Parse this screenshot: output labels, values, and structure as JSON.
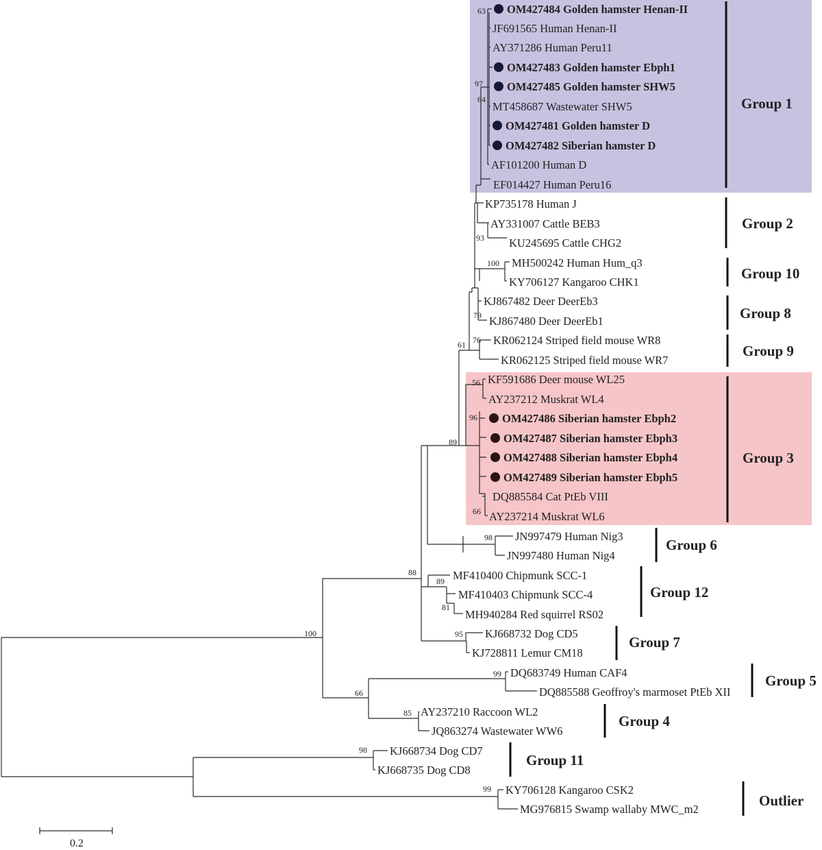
{
  "colors": {
    "group1_fill": "#c8c1e0",
    "group3_fill": "#f6c5c8",
    "marker_group1": "#161836",
    "marker_group3": "#2b1512"
  },
  "leaves": [
    {
      "id": "L1",
      "label": "OM427484 Golden hamster Henan-II",
      "bold": true,
      "marker": true
    },
    {
      "id": "L2",
      "label": "JF691565 Human Henan-II",
      "bold": false,
      "marker": false
    },
    {
      "id": "L3",
      "label": "AY371286 Human Peru11",
      "bold": false,
      "marker": false
    },
    {
      "id": "L4",
      "label": "OM427483 Golden hamster Ebph1",
      "bold": true,
      "marker": true
    },
    {
      "id": "L5",
      "label": "OM427485 Golden hamster SHW5",
      "bold": true,
      "marker": true
    },
    {
      "id": "L6",
      "label": "MT458687 Wastewater SHW5",
      "bold": false,
      "marker": false
    },
    {
      "id": "L7",
      "label": "OM427481 Golden hamster D",
      "bold": true,
      "marker": true
    },
    {
      "id": "L8",
      "label": "OM427482 Siberian hamster D",
      "bold": true,
      "marker": true
    },
    {
      "id": "L9",
      "label": "AF101200 Human D",
      "bold": false,
      "marker": false
    },
    {
      "id": "L10",
      "label": "EF014427 Human Peru16",
      "bold": false,
      "marker": false
    },
    {
      "id": "L11",
      "label": "KP735178 Human J",
      "bold": false,
      "marker": false
    },
    {
      "id": "L12",
      "label": "AY331007 Cattle BEB3",
      "bold": false,
      "marker": false
    },
    {
      "id": "L13",
      "label": "KU245695 Cattle CHG2",
      "bold": false,
      "marker": false
    },
    {
      "id": "L14",
      "label": "MH500242 Human Hum_q3",
      "bold": false,
      "marker": false
    },
    {
      "id": "L15",
      "label": "KY706127 Kangaroo CHK1",
      "bold": false,
      "marker": false
    },
    {
      "id": "L16",
      "label": "KJ867482 Deer DeerEb3",
      "bold": false,
      "marker": false
    },
    {
      "id": "L17",
      "label": "KJ867480  Deer DeerEb1",
      "bold": false,
      "marker": false
    },
    {
      "id": "L18",
      "label": "KR062124 Striped field mouse WR8",
      "bold": false,
      "marker": false
    },
    {
      "id": "L19",
      "label": "KR062125 Striped field mouse WR7",
      "bold": false,
      "marker": false
    },
    {
      "id": "L20",
      "label": "KF591686 Deer mouse WL25",
      "bold": false,
      "marker": false
    },
    {
      "id": "L21",
      "label": "AY237212 Muskrat WL4",
      "bold": false,
      "marker": false
    },
    {
      "id": "L22",
      "label": "OM427486 Siberian hamster Ebph2",
      "bold": true,
      "marker": true
    },
    {
      "id": "L23",
      "label": "OM427487 Siberian hamster Ebph3",
      "bold": true,
      "marker": true
    },
    {
      "id": "L24",
      "label": "OM427488 Siberian hamster Ebph4",
      "bold": true,
      "marker": true
    },
    {
      "id": "L25",
      "label": "OM427489 Siberian hamster Ebph5",
      "bold": true,
      "marker": true
    },
    {
      "id": "L26",
      "label": "DQ885584 Cat PtEb VIII",
      "bold": false,
      "marker": false
    },
    {
      "id": "L27",
      "label": "AY237214 Muskrat WL6",
      "bold": false,
      "marker": false
    },
    {
      "id": "L28",
      "label": "JN997479 Human Nig3",
      "bold": false,
      "marker": false
    },
    {
      "id": "L29",
      "label": "JN997480 Human Nig4",
      "bold": false,
      "marker": false
    },
    {
      "id": "L30",
      "label": "MF410400 Chipmunk SCC-1",
      "bold": false,
      "marker": false
    },
    {
      "id": "L31",
      "label": "MF410403 Chipmunk SCC-4",
      "bold": false,
      "marker": false
    },
    {
      "id": "L32",
      "label": "MH940284 Red squirrel RS02",
      "bold": false,
      "marker": false
    },
    {
      "id": "L33",
      "label": "KJ668732 Dog  CD5",
      "bold": false,
      "marker": false
    },
    {
      "id": "L34",
      "label": "KJ728811 Lemur CM18",
      "bold": false,
      "marker": false
    },
    {
      "id": "L35",
      "label": "DQ683749 Human CAF4",
      "bold": false,
      "marker": false
    },
    {
      "id": "L36",
      "label": "DQ885588 Geoffroy's marmoset PtEb XII",
      "bold": false,
      "marker": false
    },
    {
      "id": "L37",
      "label": "AY237210 Raccoon WL2",
      "bold": false,
      "marker": false
    },
    {
      "id": "L38",
      "label": "JQ863274  Wastewater  WW6",
      "bold": false,
      "marker": false
    },
    {
      "id": "L39",
      "label": "KJ668734 Dog  CD7",
      "bold": false,
      "marker": false
    },
    {
      "id": "L40",
      "label": "KJ668735 Dog  CD8",
      "bold": false,
      "marker": false
    },
    {
      "id": "L41",
      "label": "KY706128 Kangaroo CSK2",
      "bold": false,
      "marker": false
    },
    {
      "id": "L42",
      "label": "MG976815 Swamp wallaby MWC_m2",
      "bold": false,
      "marker": false
    }
  ],
  "bootstrap_values": [
    "63",
    "97",
    "64",
    "93",
    "100",
    "79",
    "76",
    "61",
    "56",
    "96",
    "66",
    "89",
    "98",
    "88",
    "89",
    "81",
    "95",
    "100",
    "99",
    "66",
    "85",
    "98",
    "99"
  ],
  "groups": [
    {
      "label": "Group 1"
    },
    {
      "label": "Group 2"
    },
    {
      "label": "Group 10"
    },
    {
      "label": "Group 8"
    },
    {
      "label": "Group 9"
    },
    {
      "label": "Group 3"
    },
    {
      "label": "Group 6"
    },
    {
      "label": "Group 12"
    },
    {
      "label": "Group 7"
    },
    {
      "label": "Group 5"
    },
    {
      "label": "Group 4"
    },
    {
      "label": "Group 11"
    },
    {
      "label": "Outlier"
    }
  ],
  "scale_bar": {
    "label": "0.2"
  }
}
